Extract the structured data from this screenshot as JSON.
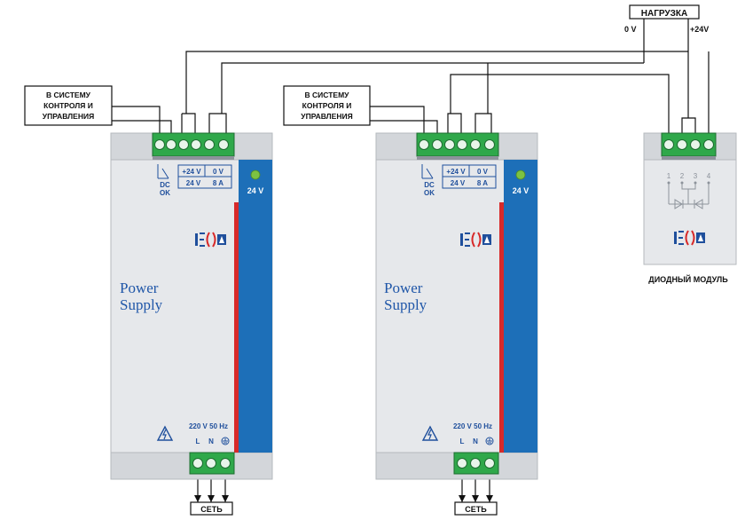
{
  "load": {
    "label": "НАГРУЗКА",
    "neg": "0 V",
    "pos": "+24V"
  },
  "supplies": [
    {
      "control_label": [
        "В СИСТЕМУ",
        "КОНТРОЛЯ И",
        "УПРАВЛЕНИЯ"
      ],
      "dc": "DC",
      "ok": "OK",
      "out_pos": "+24 V",
      "out_neg": "0 V",
      "rating_v": "24 V",
      "rating_a": "8 A",
      "stripe_voltage": "24 V",
      "brand": [
        "Power",
        "Supply"
      ],
      "mains_spec": "220 V  50 Hz",
      "mains_l": "L",
      "mains_n": "N",
      "mains_label": "СЕТЬ"
    },
    {
      "control_label": [
        "В СИСТЕМУ",
        "КОНТРОЛЯ И",
        "УПРАВЛЕНИЯ"
      ],
      "dc": "DC",
      "ok": "OK",
      "out_pos": "+24 V",
      "out_neg": "0 V",
      "rating_v": "24 V",
      "rating_a": "8 A",
      "stripe_voltage": "24 V",
      "brand": [
        "Power",
        "Supply"
      ],
      "mains_spec": "220 V  50 Hz",
      "mains_l": "L",
      "mains_n": "N",
      "mains_label": "СЕТЬ"
    }
  ],
  "diode_module": {
    "pins": [
      "1",
      "2",
      "3",
      "4"
    ],
    "label": "ДИОДНЫЙ МОДУЛЬ"
  },
  "colors": {
    "housing": "#e6e8eb",
    "panel": "#d3d6da",
    "stripe_blue": "#1d6fb8",
    "stripe_red": "#d72a2a",
    "terminal_green": "#2fa84a",
    "led_green": "#7cc242"
  }
}
